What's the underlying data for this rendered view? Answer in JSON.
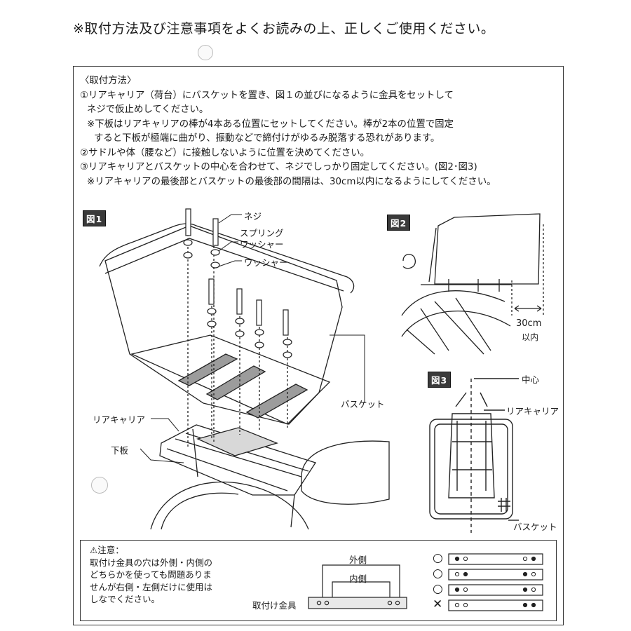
{
  "header_note": "※取付方法及び注意事項をよくお読みの上、正しくご使用ください。",
  "instructions": {
    "heading": "〈取付方法〉",
    "step1_line1": "①リアキャリア（荷台）にバスケットを置き、図１の並びになるように金具をセットして",
    "step1_line2": "ネジで仮止めしてください。",
    "step1_note_line1": "※下板はリアキャリアの棒が4本ある位置にセットしてください。棒が2本の位置で固定",
    "step1_note_line2": "すると下板が極端に曲がり、振動などで締付けがゆるみ脱落する恐れがあります。",
    "step2": "②サドルや体（腰など）に接触しないように位置を決めてください。",
    "step3": "③リアキャリアとバスケットの中心を合わせて、ネジでしっかり固定してください。(図2･図3)",
    "step3_note": "※リアキャリアの最後部とバスケットの最後部の間隔は、30cm以内になるようにしてください。"
  },
  "figure1": {
    "label": "図1",
    "screw": "ネジ",
    "spring_washer_1": "スプリング",
    "spring_washer_2": "ワッシャー",
    "washer": "ワッシャー",
    "basket": "バスケット",
    "rear_carrier": "リアキャリア",
    "lower_plate": "下板"
  },
  "figure2": {
    "label": "図2",
    "distance": "30cm",
    "within": "以内"
  },
  "figure3": {
    "label": "図3",
    "center": "中心",
    "rear_carrier": "リアキャリア",
    "basket": "バスケット"
  },
  "caution": {
    "title": "⚠注意：",
    "line1": "取付け金具の穴は外側・内側の",
    "line2": "どちらかを使っても問題ありま",
    "line3": "せんが右側・左側だけに使用は",
    "line4": "しなでください。",
    "outer": "外側",
    "inner": "内側",
    "bracket": "取付け金具",
    "ok_mark": "○",
    "ng_mark": "✕"
  }
}
